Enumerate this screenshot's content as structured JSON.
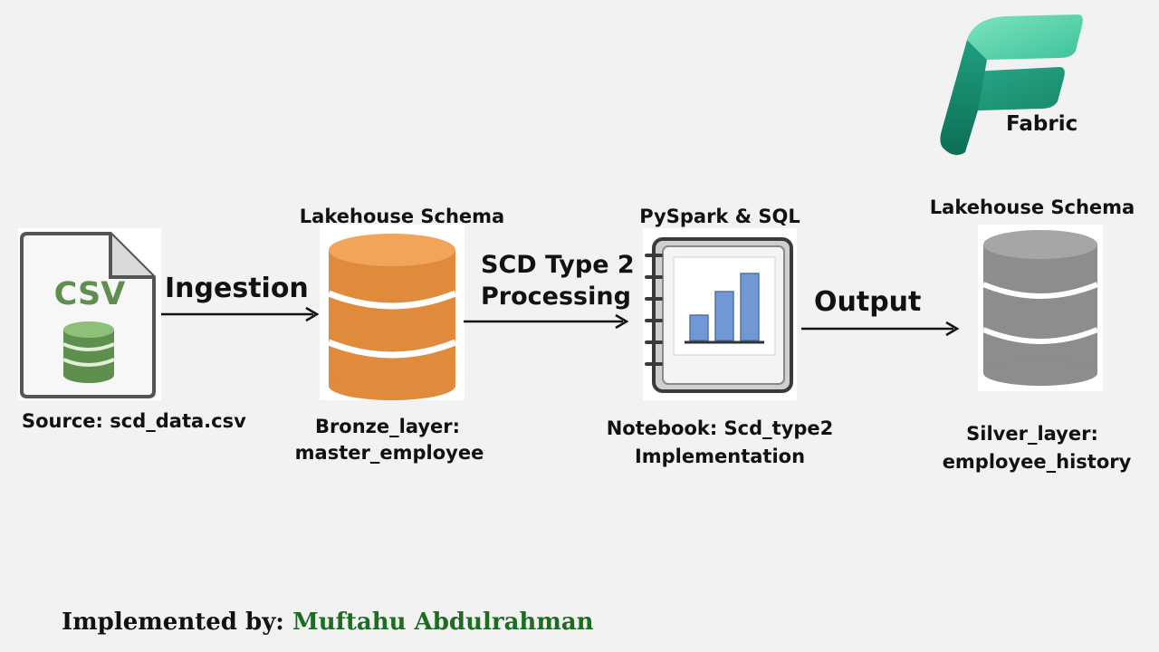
{
  "brand": {
    "name": "Fabric"
  },
  "nodes": {
    "source": {
      "icon_text": "CSV",
      "caption": "Source: scd_data.csv",
      "color": "#5f8f4e"
    },
    "bronze": {
      "heading": "Lakehouse Schema",
      "caption_line1": "Bronze_layer:",
      "caption_line2": "master_employee",
      "color": "#e08a3c"
    },
    "notebook": {
      "heading": "PySpark & SQL",
      "caption_line1": "Notebook: Scd_type2",
      "caption_line2": "Implementation",
      "color": "#6f98d4"
    },
    "silver": {
      "heading": "Lakehouse Schema",
      "caption_line1": "Silver_layer:",
      "caption_line2": "employee_history",
      "color": "#8d8d8d"
    }
  },
  "edges": {
    "ingestion": "Ingestion",
    "scd_line1": "SCD Type 2",
    "scd_line2": "Processing",
    "output": "Output"
  },
  "footer": {
    "prefix": "Implemented by:",
    "author": "Muftahu Abdulrahman"
  }
}
